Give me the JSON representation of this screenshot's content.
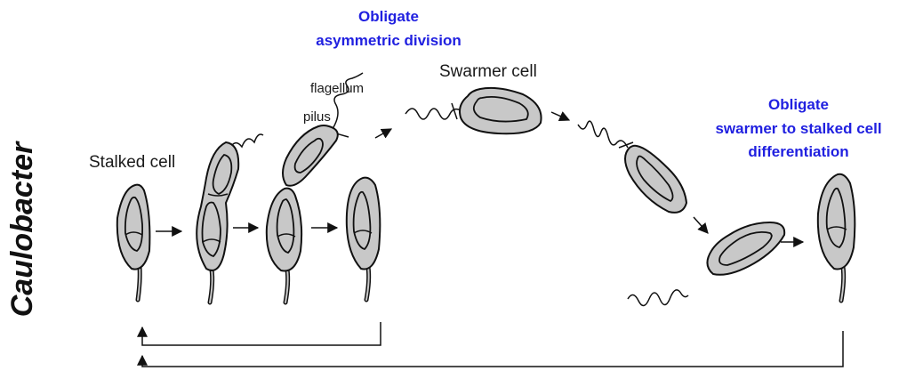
{
  "organism": "Caulobacter",
  "labels": {
    "stalked_cell": "Stalked cell",
    "swarmer_cell": "Swarmer cell",
    "flagellum": "flagellum",
    "pilus": "pilus"
  },
  "annotations": {
    "asymmetric_line1": "Obligate",
    "asymmetric_line2": "asymmetric division",
    "differentiation_line1": "Obligate",
    "differentiation_line2": "swarmer to stalked cell",
    "differentiation_line3": "differentiation"
  },
  "colors": {
    "cell_fill": "#c8c8c8",
    "outline": "#111111",
    "annotation_blue": "#2020e0"
  }
}
